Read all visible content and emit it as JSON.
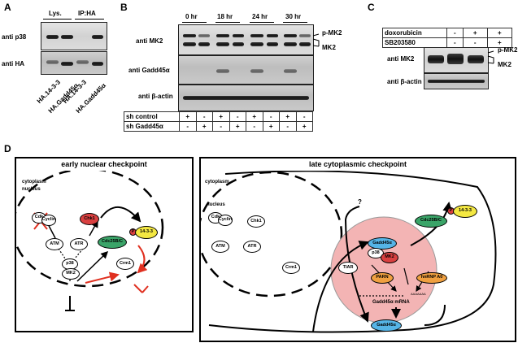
{
  "panel_a": {
    "letter": "A",
    "header_lys": "Lys.",
    "header_ip": "IP:HA",
    "row_p38": "anti p38",
    "row_ha": "anti HA",
    "lane_labels": [
      "HA.14-3-3",
      "HA.Gadd45α",
      "HA.14-3-3",
      "HA.Gadd45α"
    ]
  },
  "panel_b": {
    "letter": "B",
    "timepoints": [
      "0 hr",
      "18 hr",
      "24 hr",
      "30 hr"
    ],
    "row_mk2": "anti MK2",
    "row_gadd": "anti Gadd45α",
    "row_actin": "anti β-actin",
    "band_pmk2": "p-MK2",
    "band_mk2": "MK2",
    "sh_control_label": "sh control",
    "sh_gadd_label": "sh Gadd45α",
    "sh_control": [
      "+",
      "-",
      "+",
      "-",
      "+",
      "-",
      "+",
      "-"
    ],
    "sh_gadd": [
      "-",
      "+",
      "-",
      "+",
      "-",
      "+",
      "-",
      "+"
    ]
  },
  "panel_c": {
    "letter": "C",
    "doxo_label": "doxorubicin",
    "sb_label": "SB203580",
    "doxo": [
      "-",
      "+",
      "+"
    ],
    "sb": [
      "-",
      "-",
      "+"
    ],
    "row_mk2": "anti MK2",
    "row_actin": "anti β-actin",
    "band_pmk2": "p-MK2",
    "band_mk2": "MK2"
  },
  "panel_d": {
    "letter": "D",
    "early": {
      "title": "early nuclear checkpoint",
      "cytoplasm": "cytoplasm",
      "nucleus": "nucleus",
      "cdk_line1": "Cdk",
      "cdk_line2": "Cyclin",
      "chk1": "Chk1",
      "atm": "ATM",
      "atr": "ATR",
      "cdc25": "Cdc25B/C",
      "p": "P",
      "p1433": "14-3-3",
      "p38": "p38",
      "mk2": "MK2",
      "crm1": "Crm1"
    },
    "late": {
      "title": "late cytoplasmic checkpoint",
      "cytoplasm": "cytoplasm",
      "nucleus": "nucleus",
      "cdk_line1": "Cdk",
      "cdk_line2": "Cyclin",
      "chk1": "Chk1",
      "atm": "ATM",
      "atr": "ATR",
      "crm1": "Crm1",
      "question": "?",
      "cdc25": "Cdc25B/C",
      "p": "P",
      "p1433": "14-3-3",
      "gadd45a": "Gadd45α",
      "p38": "p38",
      "mk2": "MK2",
      "tiar": "TIAR",
      "parn": "PARN",
      "hnrnp": "hnRNP A0",
      "mrna": "Gadd45α mRNA",
      "polya": "AAAAAAA",
      "gadd45a_bottom": "Gadd45α"
    }
  },
  "colors": {
    "chk1": "#d94040",
    "cdc25": "#3aa468",
    "p1433": "#f4e842",
    "gadd45": "#55b4e6",
    "mk2": "#d94040",
    "parn": "#f0a040",
    "hnrnp": "#f0a040",
    "cell_pink": "#f3b4b4",
    "arrow_red": "#e03020"
  }
}
